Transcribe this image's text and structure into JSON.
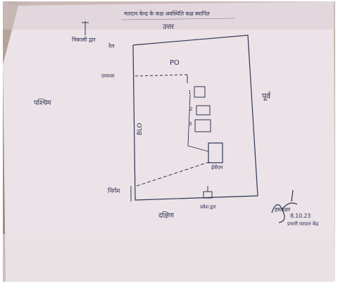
{
  "document": {
    "heading": "मतदान केन्द्र के कक्ष अवस्थिति कक्ष स्थापित",
    "directions": {
      "north": "उत्तर",
      "south": "दक्षिण",
      "east": "पूर्व",
      "west": "पश्चिम"
    },
    "labels": {
      "top_left_exit": "निकासी द्वार",
      "top_left_mark": "रेल",
      "door_label": "दरवाजा",
      "po": "PO",
      "blo": "BLO",
      "entry": "निर्गम",
      "entry_gate": "प्रवेश द्वार",
      "box_1": "1",
      "box_2": "2",
      "box_3": "3",
      "evm": "ईवीएम"
    },
    "signature": {
      "name": "हस्ताक्षर",
      "date": "8.10.23",
      "designation": "प्रभारी मतदान केंद्र"
    },
    "colors": {
      "ink": "#2f3556",
      "paper": "#ebe3e7"
    }
  }
}
